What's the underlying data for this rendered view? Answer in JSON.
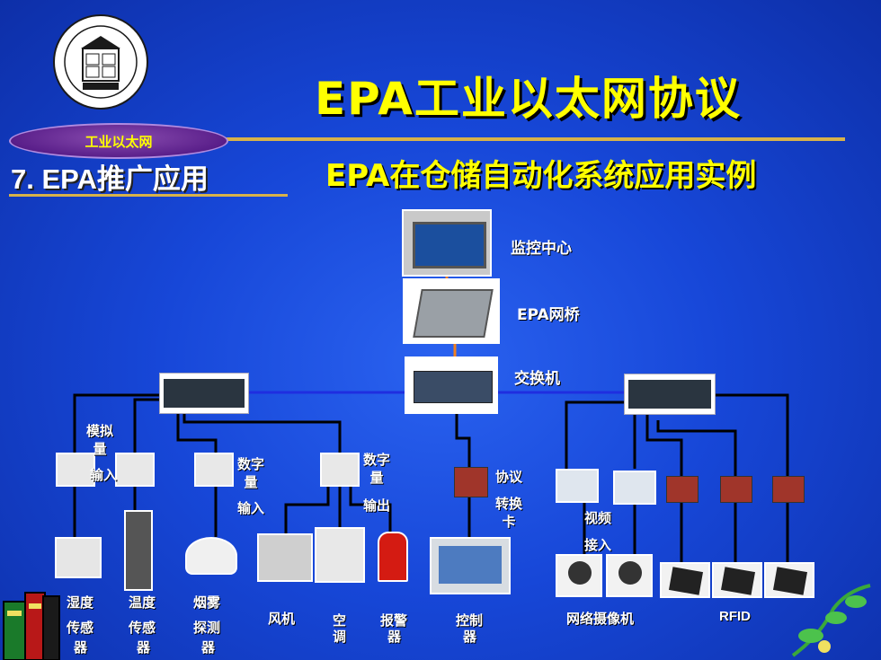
{
  "header": {
    "title": "EPA工业以太网协议",
    "subtitle": "EPA在仓储自动化系统应用实例",
    "section": "7.  EPA推广应用",
    "tag": "工业以太网"
  },
  "nodes": {
    "monitor_center": "监控中心",
    "epa_bridge": "EPA网桥",
    "switch": "交换机",
    "analog": "模拟\n量",
    "analog_input": "输入",
    "digital_in": "数字\n量",
    "digital_in_label": "输入",
    "digital_out": "数字\n量",
    "digital_out_label": "输出",
    "protocol": "协议",
    "converter": "转换\n卡",
    "video": "视频",
    "video_in": "接入"
  },
  "devices": {
    "humidity_1": "湿度",
    "humidity_2": "传感",
    "humidity_3": "器",
    "temp_1": "温度",
    "temp_2": "传感",
    "temp_3": "器",
    "smoke_1": "烟雾",
    "smoke_2": "探测",
    "smoke_3": "器",
    "fan": "风机",
    "ac_1": "空",
    "ac_2": "调",
    "alarm_1": "报警",
    "alarm_2": "器",
    "control_1": "控制",
    "control_2": "器",
    "camera": "网络摄像机",
    "rfid": "RFID"
  },
  "colors": {
    "title": "#ffff00",
    "wire": "#000000",
    "backbone": "#1f2ee0",
    "uplink": "#f08020"
  }
}
